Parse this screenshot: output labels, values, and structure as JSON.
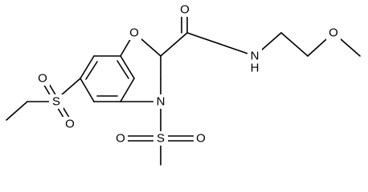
{
  "diagram": {
    "type": "chemical-structure",
    "atom_labels": {
      "o_ring": "O",
      "o_carbonyl": "O",
      "nh_amide": "N",
      "h_amide": "H",
      "o_ether": "O",
      "n_ring": "N",
      "s_ethyl": "S",
      "o_s1a": "O",
      "o_s1b": "O",
      "s_methyl": "S",
      "o_s2a": "O",
      "o_s2b": "O"
    },
    "colors": {
      "bond": "#000000",
      "label": "#000000",
      "background": "#ffffff"
    }
  }
}
